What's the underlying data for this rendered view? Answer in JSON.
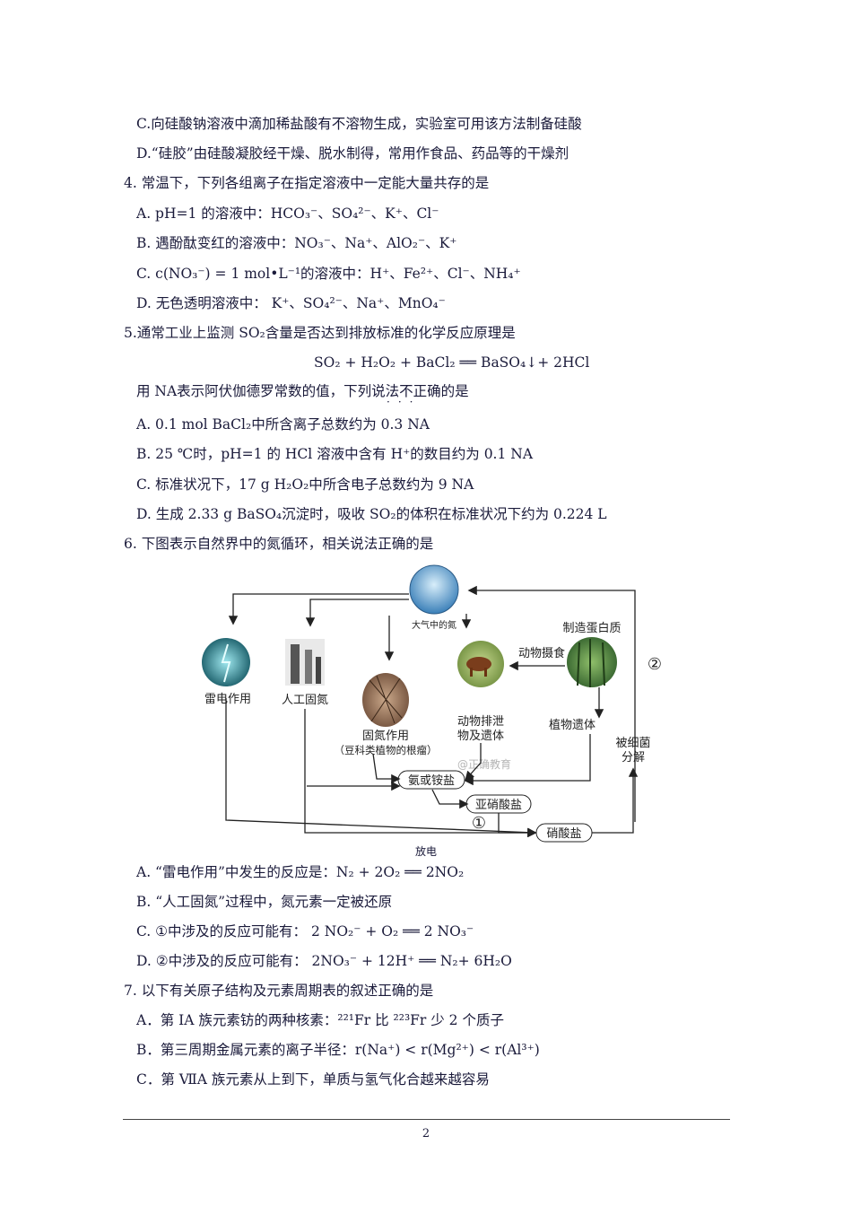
{
  "lines": {
    "l1": "C.向硅酸钠溶液中滴加稀盐酸有不溶物生成，实验室可用该方法制备硅酸",
    "l2": "D.“硅胶”由硅酸凝胶经干燥、脱水制得，常用作食品、药品等的干燥剂",
    "q4": "4.  常温下，下列各组离子在指定溶液中一定能大量共存的是",
    "q4a": "A.  pH=1 的溶液中：HCO₃⁻、SO₄²⁻、K⁺、Cl⁻",
    "q4b": "B.  遇酚酞变红的溶液中：NO₃⁻、Na⁺、AlO₂⁻、K⁺",
    "q4c": "C.  c(NO₃⁻) = 1 mol•L⁻¹的溶液中：H⁺、Fe²⁺、Cl⁻、NH₄⁺",
    "q4d": "D.  无色透明溶液中： K⁺、SO₄²⁻、Na⁺、MnO₄⁻",
    "q5": "5.通常工业上监测 SO₂含量是否达到排放标准的化学反应原理是",
    "q5eq": "SO₂ + H₂O₂ + BaCl₂ ══ BaSO₄↓+ 2HCl",
    "q5stem": "用 NA表示阿伏伽德罗常数的值，下列说法不正确的是",
    "q5a": "A.  0.1 mol BaCl₂中所含离子总数约为 0.3  NA",
    "q5b": "B.  25 ℃时，pH=1 的 HCl 溶液中含有 H⁺的数目约为 0.1  NA",
    "q5c": "C.  标准状况下，17 g H₂O₂中所含电子总数约为 9  NA",
    "q5d": "D.  生成 2.33 g BaSO₄沉淀时，吸收 SO₂的体积在标准状况下约为 0.224 L",
    "q6": "6.  下图表示自然界中的氮循环，相关说法正确的是",
    "q6a": "A.  “雷电作用”中发生的反应是：N₂ + 2O₂ ══ 2NO₂",
    "q6b": "B.  “人工固氮”过程中，氮元素一定被还原",
    "q6c": "C.  ①中涉及的反应可能有：  2 NO₂⁻ + O₂ ══ 2 NO₃⁻",
    "q6d": "D.  ②中涉及的反应可能有：  2NO₃⁻ + 12H⁺ ══ N₂+ 6H₂O",
    "q7": "7. 以下有关原子结构及元素周期表的叙述正确的是",
    "q7a": "A．第 IA 族元素钫的两种核素：²²¹Fr 比 ²²³Fr 少 2 个质子",
    "q7b": "B．第三周期金属元素的离子半径：r(Na⁺) < r(Mg²⁺) < r(Al³⁺)",
    "q7c": "C．第 ⅦA 族元素从上到下，单质与氢气化合越来越容易"
  },
  "caption": "放电",
  "page_number": "2",
  "diagram": {
    "atmosphere": "大气中的氮",
    "lightning": "雷电作用",
    "industrial": "人工固氮",
    "fixation1": "固氮作用",
    "fixation2": "（豆科类植物的根瘤）",
    "animal_waste1": "动物排泄",
    "animal_waste2": "物及遗体",
    "plant_remains": "植物遗体",
    "protein": "制造蛋白质",
    "animal_eat": "动物摄食",
    "bacteria1": "被细菌",
    "bacteria2": "分解",
    "ammonia": "氨或铵盐",
    "nitrite": "亚硝酸盐",
    "nitrate": "硝酸盐",
    "mark1": "①",
    "mark2": "②",
    "watermark": "@正确教育"
  }
}
